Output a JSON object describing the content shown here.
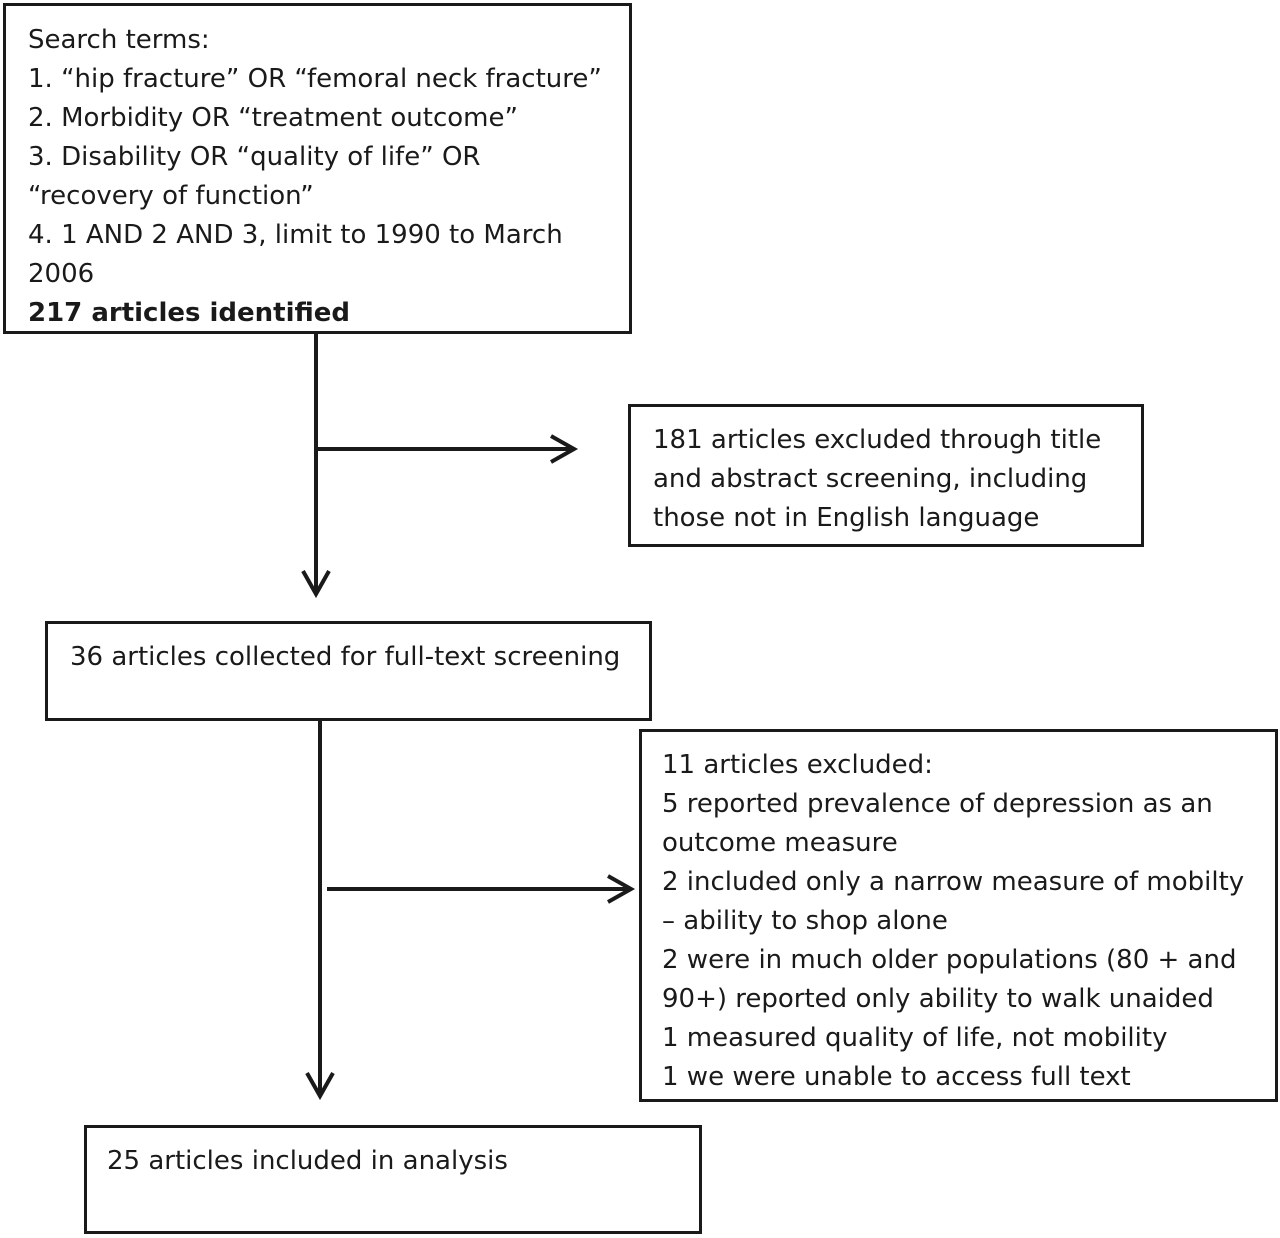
{
  "flowchart": {
    "search_box": {
      "lines": [
        "Search terms:",
        "1. “hip fracture” OR “femoral neck fracture”",
        "2. Morbidity OR “treatment outcome”",
        "3. Disability OR  “quality of life” OR",
        "“recovery of function”",
        "4. 1 AND 2 AND 3, limit to 1990 to March",
        "2006"
      ],
      "result": "217 articles identified"
    },
    "exclusion_1": {
      "lines": [
        "181 articles excluded through title",
        "and abstract screening, including",
        "those not in English language"
      ]
    },
    "fulltext_box": {
      "text": "36 articles collected for full-text screening"
    },
    "exclusion_2": {
      "lines": [
        "11 articles excluded:",
        "5 reported prevalence of depression as an",
        "outcome measure",
        "2 included only a narrow measure of mobilty",
        "– ability to shop alone",
        "2 were in much older populations (80 + and",
        "90+) reported only ability to walk unaided",
        "1 measured quality of life, not mobility",
        "1 we were unable to access full text"
      ]
    },
    "included_box": {
      "text": "25 articles included in analysis"
    }
  }
}
